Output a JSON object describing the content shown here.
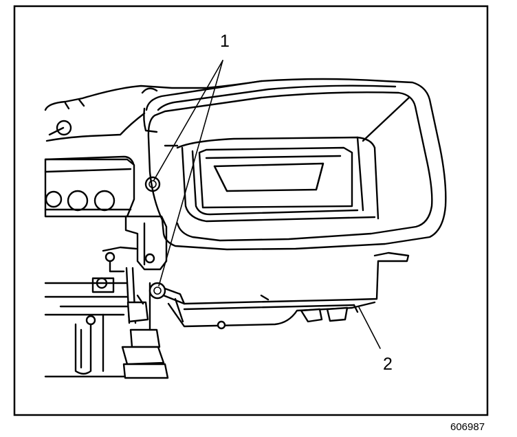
{
  "callouts": {
    "one": "1",
    "two": "2"
  },
  "figure_number": "606987",
  "colors": {
    "stroke": "#000000",
    "background": "#ffffff"
  }
}
